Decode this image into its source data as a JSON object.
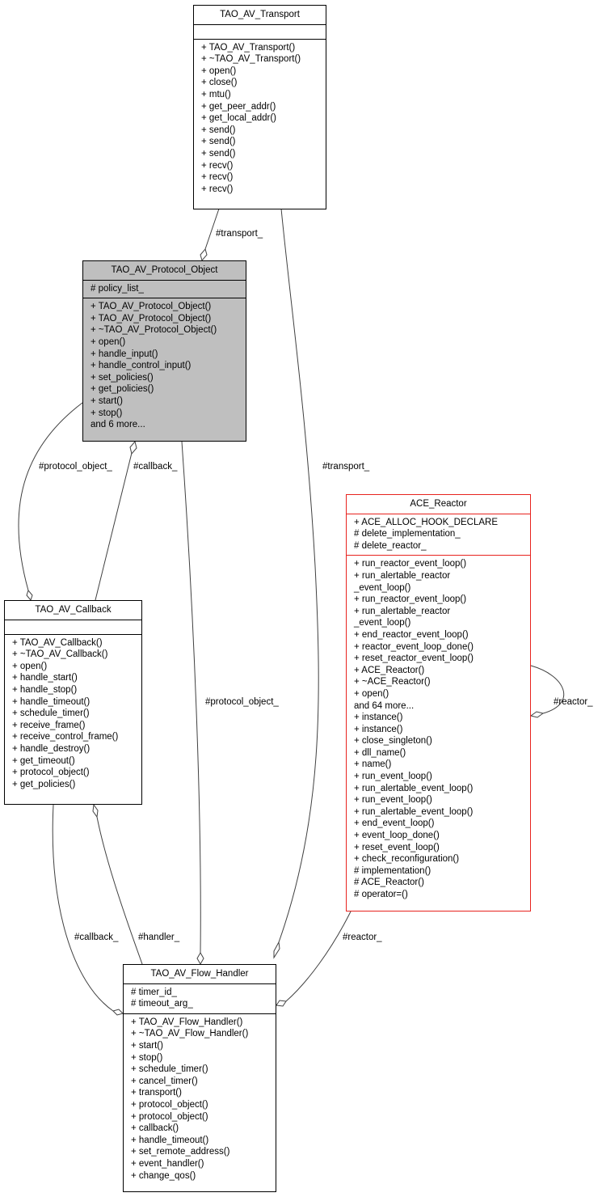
{
  "nodes": {
    "transport": {
      "title": "TAO_AV_Transport",
      "attributes": [],
      "methods": [
        "+ TAO_AV_Transport()",
        "+ ~TAO_AV_Transport()",
        "+ open()",
        "+ close()",
        "+ mtu()",
        "+ get_peer_addr()",
        "+ get_local_addr()",
        "+ send()",
        "+ send()",
        "+ send()",
        "+ recv()",
        "+ recv()",
        "+ recv()"
      ]
    },
    "protocol_object": {
      "title": "TAO_AV_Protocol_Object",
      "attributes": [
        "# policy_list_"
      ],
      "methods": [
        "+ TAO_AV_Protocol_Object()",
        "+ TAO_AV_Protocol_Object()",
        "+ ~TAO_AV_Protocol_Object()",
        "+ open()",
        "+ handle_input()",
        "+ handle_control_input()",
        "+ set_policies()",
        "+ get_policies()",
        "+ start()",
        "+ stop()",
        "and 6 more..."
      ]
    },
    "callback": {
      "title": "TAO_AV_Callback",
      "attributes": [],
      "methods": [
        "+ TAO_AV_Callback()",
        "+ ~TAO_AV_Callback()",
        "+ open()",
        "+ handle_start()",
        "+ handle_stop()",
        "+ handle_timeout()",
        "+ schedule_timer()",
        "+ receive_frame()",
        "+ receive_control_frame()",
        "+ handle_destroy()",
        "+ get_timeout()",
        "+ protocol_object()",
        "+ get_policies()"
      ]
    },
    "reactor": {
      "title": "ACE_Reactor",
      "attributes": [
        "+ ACE_ALLOC_HOOK_DECLARE",
        "# delete_implementation_",
        "# delete_reactor_"
      ],
      "methods": [
        "+ run_reactor_event_loop()",
        "+ run_alertable_reactor",
        "_event_loop()",
        "+ run_reactor_event_loop()",
        "+ run_alertable_reactor",
        "_event_loop()",
        "+ end_reactor_event_loop()",
        "+ reactor_event_loop_done()",
        "+ reset_reactor_event_loop()",
        "+ ACE_Reactor()",
        "+ ~ACE_Reactor()",
        "+ open()",
        "and 64 more...",
        "+ instance()",
        "+ instance()",
        "+ close_singleton()",
        "+ dll_name()",
        "+ name()",
        "+ run_event_loop()",
        "+ run_alertable_event_loop()",
        "+ run_event_loop()",
        "+ run_alertable_event_loop()",
        "+ end_event_loop()",
        "+ event_loop_done()",
        "+ reset_event_loop()",
        "+ check_reconfiguration()",
        "# implementation()",
        "# ACE_Reactor()",
        "# operator=()"
      ]
    },
    "flow_handler": {
      "title": "TAO_AV_Flow_Handler",
      "attributes": [
        "# timer_id_",
        "# timeout_arg_"
      ],
      "methods": [
        "+ TAO_AV_Flow_Handler()",
        "+ ~TAO_AV_Flow_Handler()",
        "+ start()",
        "+ stop()",
        "+ schedule_timer()",
        "+ cancel_timer()",
        "+ transport()",
        "+ protocol_object()",
        "+ protocol_object()",
        "+ callback()",
        "+ handle_timeout()",
        "+ set_remote_address()",
        "+ event_handler()",
        "+ change_qos()"
      ]
    }
  },
  "edge_labels": {
    "transport_to_protocol": "#transport_",
    "transport_to_flow": "#transport_",
    "protocol_to_callback": "#protocol_object_",
    "callback_to_protocol": "#callback_",
    "protocol_to_flow": "#protocol_object_",
    "reactor_self": "#reactor_",
    "callback_to_flow": "#callback_",
    "flow_to_callback": "#handler_",
    "reactor_to_flow": "#reactor_"
  },
  "colors": {
    "highlight_fill": "#bfbfbf",
    "reactor_border": "#e8231e",
    "edge": "#404040"
  }
}
